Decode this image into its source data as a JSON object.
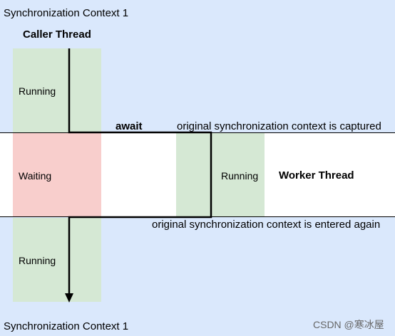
{
  "top_context": "Synchronization Context 1",
  "bottom_context": "Synchronization Context 1",
  "caller_thread": "Caller Thread",
  "worker_thread": "Worker Thread",
  "await_label": "await",
  "captured_note": "original synchronization context is captured",
  "entered_note": "original synchronization context is entered again",
  "states": {
    "running_top": "Running",
    "waiting": "Waiting",
    "running_worker": "Running",
    "running_bottom": "Running"
  },
  "watermark": "CSDN @寒冰屋",
  "colors": {
    "context_bg": "#dae8fc",
    "running": "#d5e8d4",
    "waiting": "#f8cecc"
  }
}
